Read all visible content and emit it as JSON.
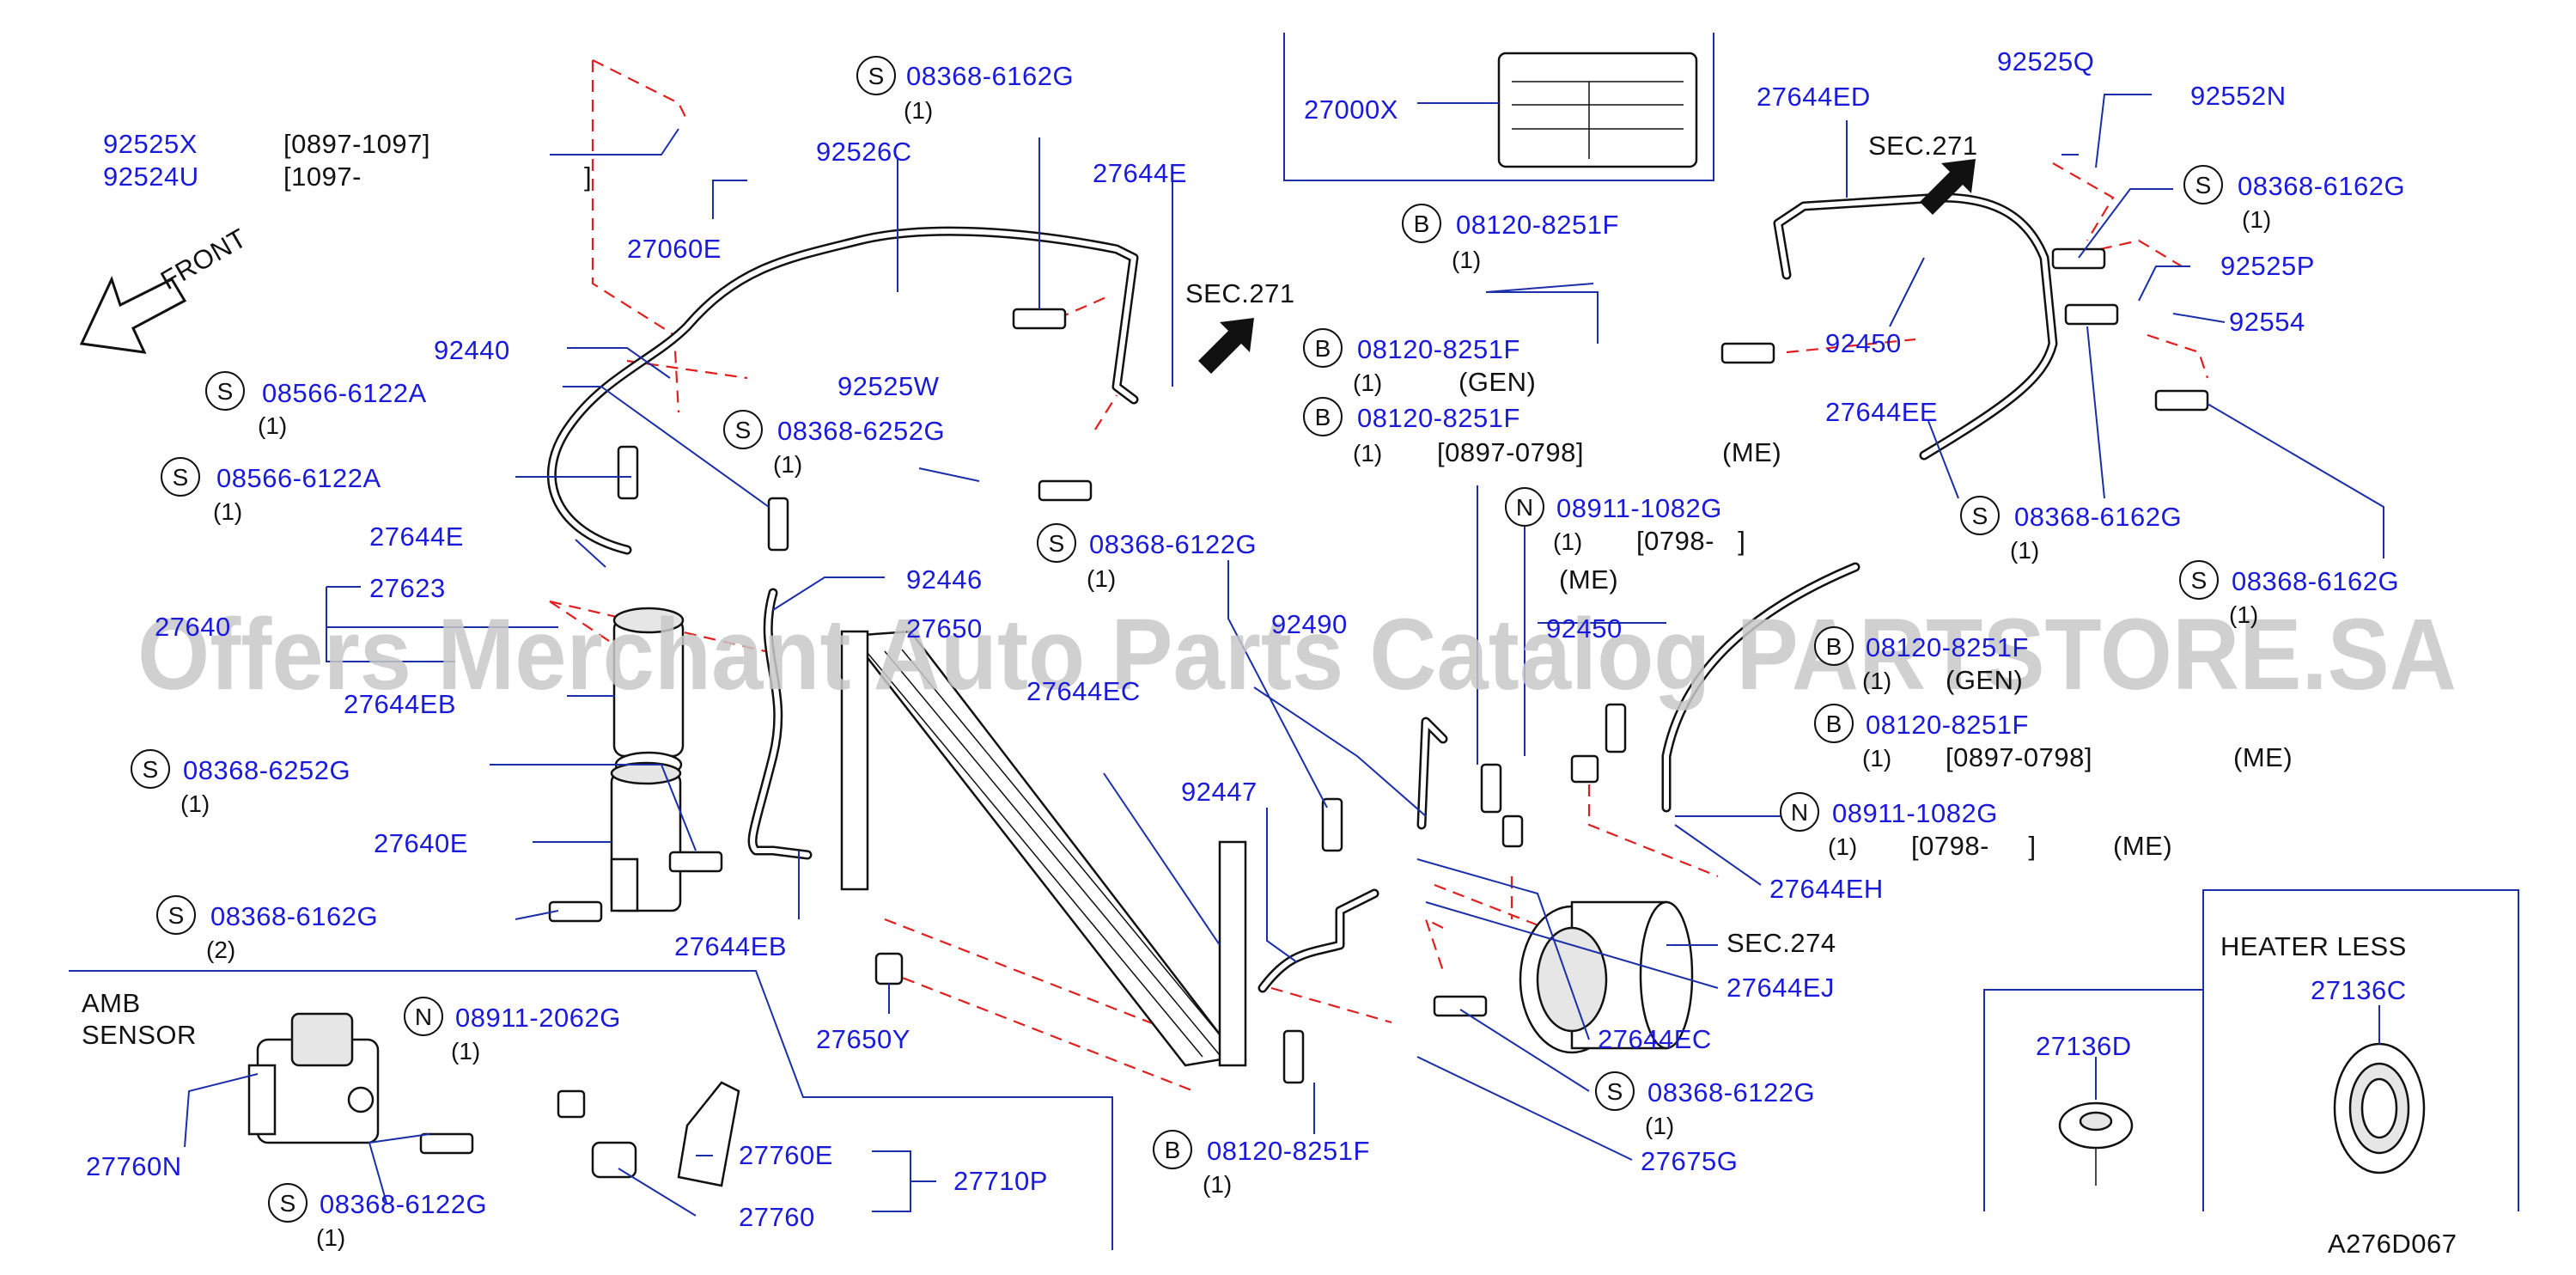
{
  "diagram_id": "A276D067",
  "watermark": "Offers Merchant Auto Parts Catalog PARTSTORE.SA",
  "front_label": "FRONT",
  "sections": {
    "sec271_a": "SEC.271",
    "sec271_b": "SEC.271",
    "sec274": "SEC.274"
  },
  "boxes": {
    "heater_less_title": "HEATER LESS",
    "amb_sensor_line1": "AMB",
    "amb_sensor_line2": "SENSOR"
  },
  "top_left_note": {
    "row1_part": "92525X",
    "row1_range": "[0897-1097]",
    "row2_part": "92524U",
    "row2_range": "[1097-",
    "row2_close": "]"
  },
  "colors": {
    "part_number": "#1a1adb",
    "leader": "#1a2fa8",
    "dashed": "#e0201e",
    "text": "#111111",
    "watermark": "#c8c8c8"
  },
  "labels": [
    {
      "id": "92526C",
      "text": "92526C"
    },
    {
      "id": "27060E",
      "text": "27060E"
    },
    {
      "id": "27644E_top",
      "text": "27644E"
    },
    {
      "id": "92440",
      "text": "92440"
    },
    {
      "id": "92525W",
      "text": "92525W"
    },
    {
      "id": "27644E_left",
      "text": "27644E"
    },
    {
      "id": "27623",
      "text": "27623"
    },
    {
      "id": "2764x",
      "text": "27640"
    },
    {
      "id": "27644EB_a",
      "text": "27644EB"
    },
    {
      "id": "92446",
      "text": "92446"
    },
    {
      "id": "27650",
      "text": "27650"
    },
    {
      "id": "27644EC_a",
      "text": "27644EC"
    },
    {
      "id": "92490",
      "text": "92490"
    },
    {
      "id": "92447",
      "text": "92447"
    },
    {
      "id": "27640E",
      "text": "27640E"
    },
    {
      "id": "27644EB_b",
      "text": "27644EB"
    },
    {
      "id": "27650Y",
      "text": "27650Y"
    },
    {
      "id": "27000X",
      "text": "27000X"
    },
    {
      "id": "27644ED",
      "text": "27644ED"
    },
    {
      "id": "92525Q",
      "text": "92525Q"
    },
    {
      "id": "92552N",
      "text": "92552N"
    },
    {
      "id": "92450_a",
      "text": "92450"
    },
    {
      "id": "92525P",
      "text": "92525P"
    },
    {
      "id": "92554",
      "text": "92554"
    },
    {
      "id": "27644EE",
      "text": "27644EE"
    },
    {
      "id": "92450_b",
      "text": "92450"
    },
    {
      "id": "27644EH",
      "text": "27644EH"
    },
    {
      "id": "27644EJ",
      "text": "27644EJ"
    },
    {
      "id": "27644EC_b",
      "text": "27644EC"
    },
    {
      "id": "27675G",
      "text": "27675G"
    },
    {
      "id": "27136D",
      "text": "27136D"
    },
    {
      "id": "27136C",
      "text": "27136C"
    },
    {
      "id": "27760N",
      "text": "27760N"
    },
    {
      "id": "27760E",
      "text": "27760E"
    },
    {
      "id": "27760",
      "text": "27760"
    },
    {
      "id": "27710P",
      "text": "27710P"
    }
  ],
  "fasteners": [
    {
      "id": "f1",
      "prefix": "S",
      "part": "08368-6162G",
      "qty": "(1)"
    },
    {
      "id": "f2",
      "prefix": "S",
      "part": "08566-6122A",
      "qty": "(1)"
    },
    {
      "id": "f3",
      "prefix": "S",
      "part": "08566-6122A",
      "qty": "(1)"
    },
    {
      "id": "f4",
      "prefix": "S",
      "part": "08368-6252G",
      "qty": "(1)"
    },
    {
      "id": "f5",
      "prefix": "S",
      "part": "08368-6122G",
      "qty": "(1)"
    },
    {
      "id": "f6",
      "prefix": "S",
      "part": "08368-6252G",
      "qty": "(1)"
    },
    {
      "id": "f7",
      "prefix": "S",
      "part": "08368-6162G",
      "qty": "(2)"
    },
    {
      "id": "f8",
      "prefix": "B",
      "part": "08120-8251F",
      "qty": "(1)"
    },
    {
      "id": "f9",
      "prefix": "B",
      "part": "08120-8251F",
      "qty": "(1)",
      "note": "(GEN)"
    },
    {
      "id": "f10",
      "prefix": "B",
      "part": "08120-8251F",
      "qty": "(1)",
      "range": "[0897-0798]",
      "note": "(ME)"
    },
    {
      "id": "f11",
      "prefix": "N",
      "part": "08911-1082G",
      "qty": "(1)",
      "range": "[0798-   ]",
      "note": "(ME)"
    },
    {
      "id": "f12",
      "prefix": "S",
      "part": "08368-6162G",
      "qty": "(1)"
    },
    {
      "id": "f13",
      "prefix": "S",
      "part": "08368-6162G",
      "qty": "(1)"
    },
    {
      "id": "f14",
      "prefix": "S",
      "part": "08368-6162G",
      "qty": "(1)"
    },
    {
      "id": "f15",
      "prefix": "B",
      "part": "08120-8251F",
      "qty": "(1)",
      "note": "(GEN)"
    },
    {
      "id": "f16",
      "prefix": "B",
      "part": "08120-8251F",
      "qty": "(1)",
      "range": "[0897-0798]",
      "note": "(ME)"
    },
    {
      "id": "f17",
      "prefix": "N",
      "part": "08911-1082G",
      "qty": "(1)",
      "range": "[0798-     ]",
      "note": "(ME)"
    },
    {
      "id": "f18",
      "prefix": "S",
      "part": "08368-6122G",
      "qty": "(1)"
    },
    {
      "id": "f19",
      "prefix": "B",
      "part": "08120-8251F",
      "qty": "(1)"
    },
    {
      "id": "f20",
      "prefix": "N",
      "part": "08911-2062G",
      "qty": "(1)"
    },
    {
      "id": "f21",
      "prefix": "S",
      "part": "08368-6122G",
      "qty": "(1)"
    }
  ]
}
